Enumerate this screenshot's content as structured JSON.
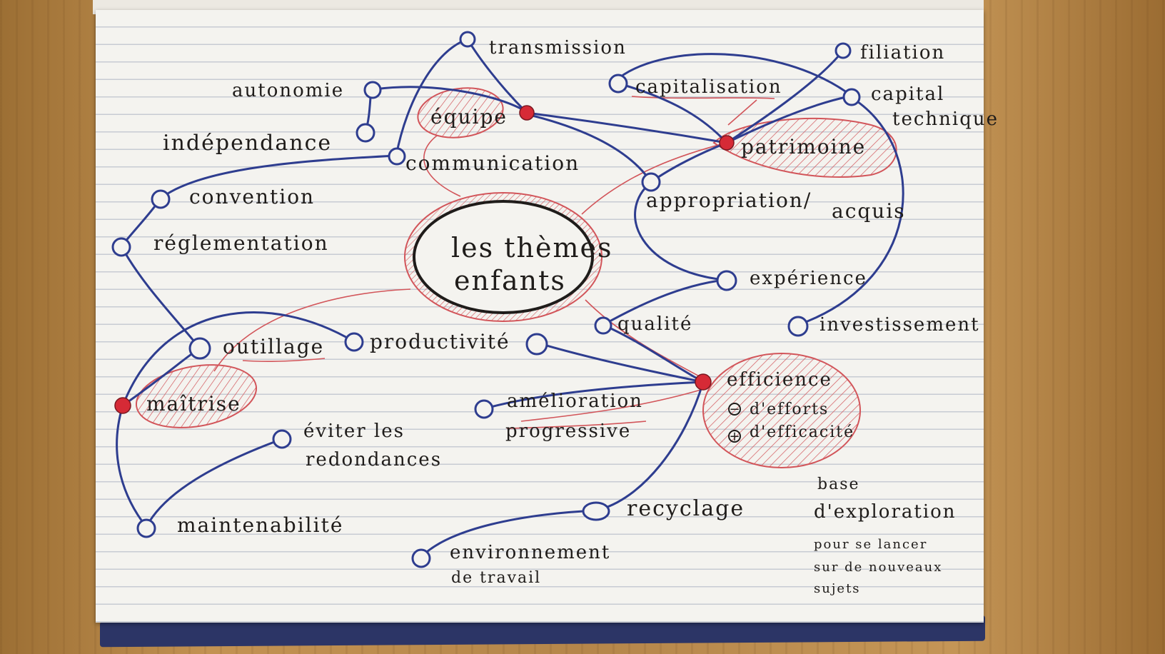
{
  "central": {
    "line1": "les thèmes",
    "line2": "enfants"
  },
  "labels": {
    "transmission": "transmission",
    "autonomie": "autonomie",
    "independance": "indépendance",
    "equipe": "équipe",
    "communication": "communication",
    "capitalisation": "capitalisation",
    "filiation": "filiation",
    "capital_l1": "capital",
    "capital_l2": "technique",
    "patrimoine": "patrimoine",
    "convention": "convention",
    "reglementation": "réglementation",
    "appropriation": "appropriation/",
    "acquis": "acquis",
    "experience": "expérience",
    "qualite": "qualité",
    "investissement": "investissement",
    "outillage": "outillage",
    "productivite": "productivité",
    "maitrise": "maîtrise",
    "efficience": "efficience",
    "efforts": "d'efforts",
    "efficacite": "d'efficacité",
    "amelioration_l1": "amélioration",
    "amelioration_l2": "progressive",
    "eviter_l1": "éviter les",
    "eviter_l2": "redondances",
    "maintenabilite": "maintenabilité",
    "recyclage": "recyclage",
    "environnement_l1": "environnement",
    "environnement_l2": "de travail",
    "note_l1": "base",
    "note_l2": "d'exploration",
    "note_l3": "pour se lancer",
    "note_l4": "sur de nouveaux",
    "note_l5": "sujets"
  },
  "symbols": {
    "minus": "−",
    "plus": "+"
  },
  "colors": {
    "ink_blue": "#2e3d8f",
    "ink_red": "#d2555a",
    "hub_red": "#d62a36",
    "ink_black": "#1f1c1a"
  }
}
